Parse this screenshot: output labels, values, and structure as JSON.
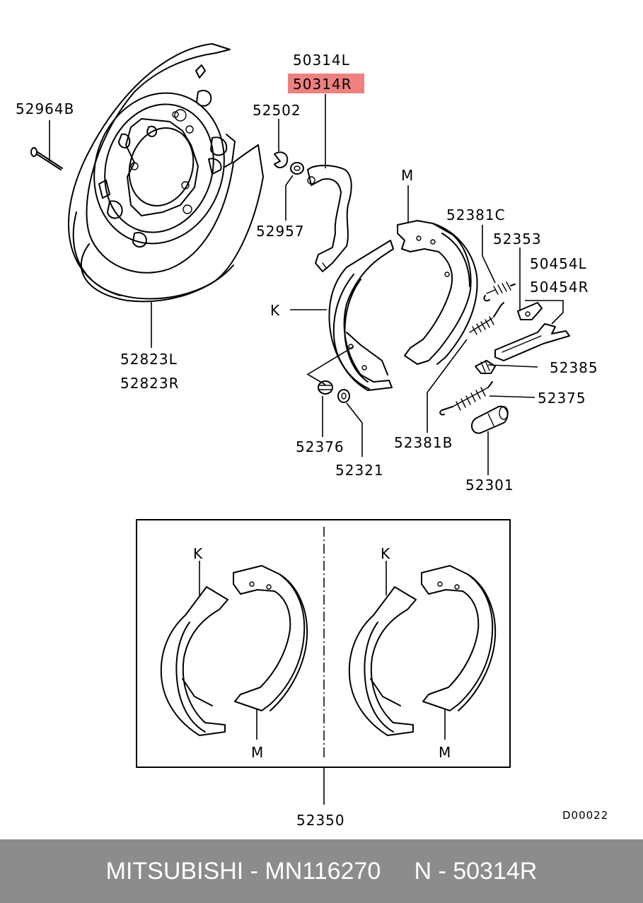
{
  "labels": {
    "p50314L": "50314L",
    "p50314R": "50314R",
    "p52964B": "52964B",
    "p52502": "52502",
    "p52957": "52957",
    "p52823L": "52823L",
    "p52823R": "52823R",
    "pM": "M",
    "pK": "K",
    "p52381C": "52381C",
    "p52353": "52353",
    "p50454L": "50454L",
    "p50454R": "50454R",
    "p52385": "52385",
    "p52375": "52375",
    "p52376": "52376",
    "p52321": "52321",
    "p52381B": "52381B",
    "p52301": "52301",
    "p52350": "52350",
    "kitK1": "K",
    "kitM1": "M",
    "kitK2": "K",
    "kitM2": "M"
  },
  "highlight_color": "#f08080",
  "diagram_code": "D00022",
  "footer": {
    "text": "MITSUBISHI - MN116270     N - 50314R"
  }
}
